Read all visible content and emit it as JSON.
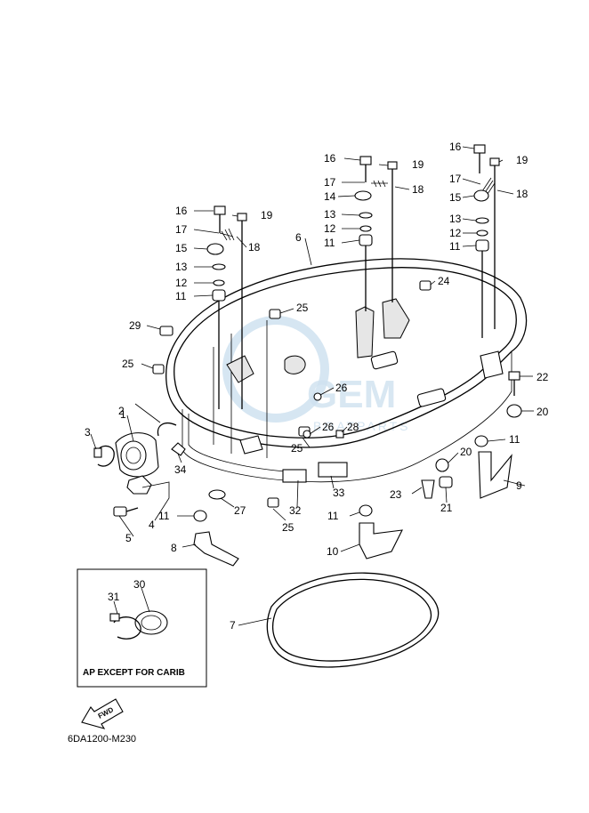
{
  "diagram": {
    "reference_code": "6DA1200-M230",
    "inset_caption": "AP EXCEPT FOR CARIB",
    "direction_label": "FWD",
    "watermark": {
      "brand": "GEM",
      "sub": "BOATPARTS"
    },
    "callouts": {
      "c1": "1",
      "c2": "2",
      "c3": "3",
      "c4": "4",
      "c5": "5",
      "c6": "6",
      "c7": "7",
      "c8": "8",
      "c9": "9",
      "c10": "10",
      "c11a": "11",
      "c11b": "11",
      "c11c": "11",
      "c11d": "11",
      "c11e": "11",
      "c11f": "11",
      "c12a": "12",
      "c12b": "12",
      "c12c": "12",
      "c13a": "13",
      "c13b": "13",
      "c13c": "13",
      "c14": "14",
      "c15a": "15",
      "c15b": "15",
      "c16a": "16",
      "c16b": "16",
      "c16c": "16",
      "c17a": "17",
      "c17b": "17",
      "c17c": "17",
      "c18a": "18",
      "c18b": "18",
      "c18c": "18",
      "c19a": "19",
      "c19b": "19",
      "c19c": "19",
      "c20a": "20",
      "c20b": "20",
      "c21": "21",
      "c22": "22",
      "c23": "23",
      "c24": "24",
      "c25a": "25",
      "c25b": "25",
      "c25c": "25",
      "c25d": "25",
      "c26a": "26",
      "c26b": "26",
      "c27": "27",
      "c28": "28",
      "c29": "29",
      "c30": "30",
      "c31": "31",
      "c32": "32",
      "c33": "33",
      "c34": "34"
    }
  }
}
